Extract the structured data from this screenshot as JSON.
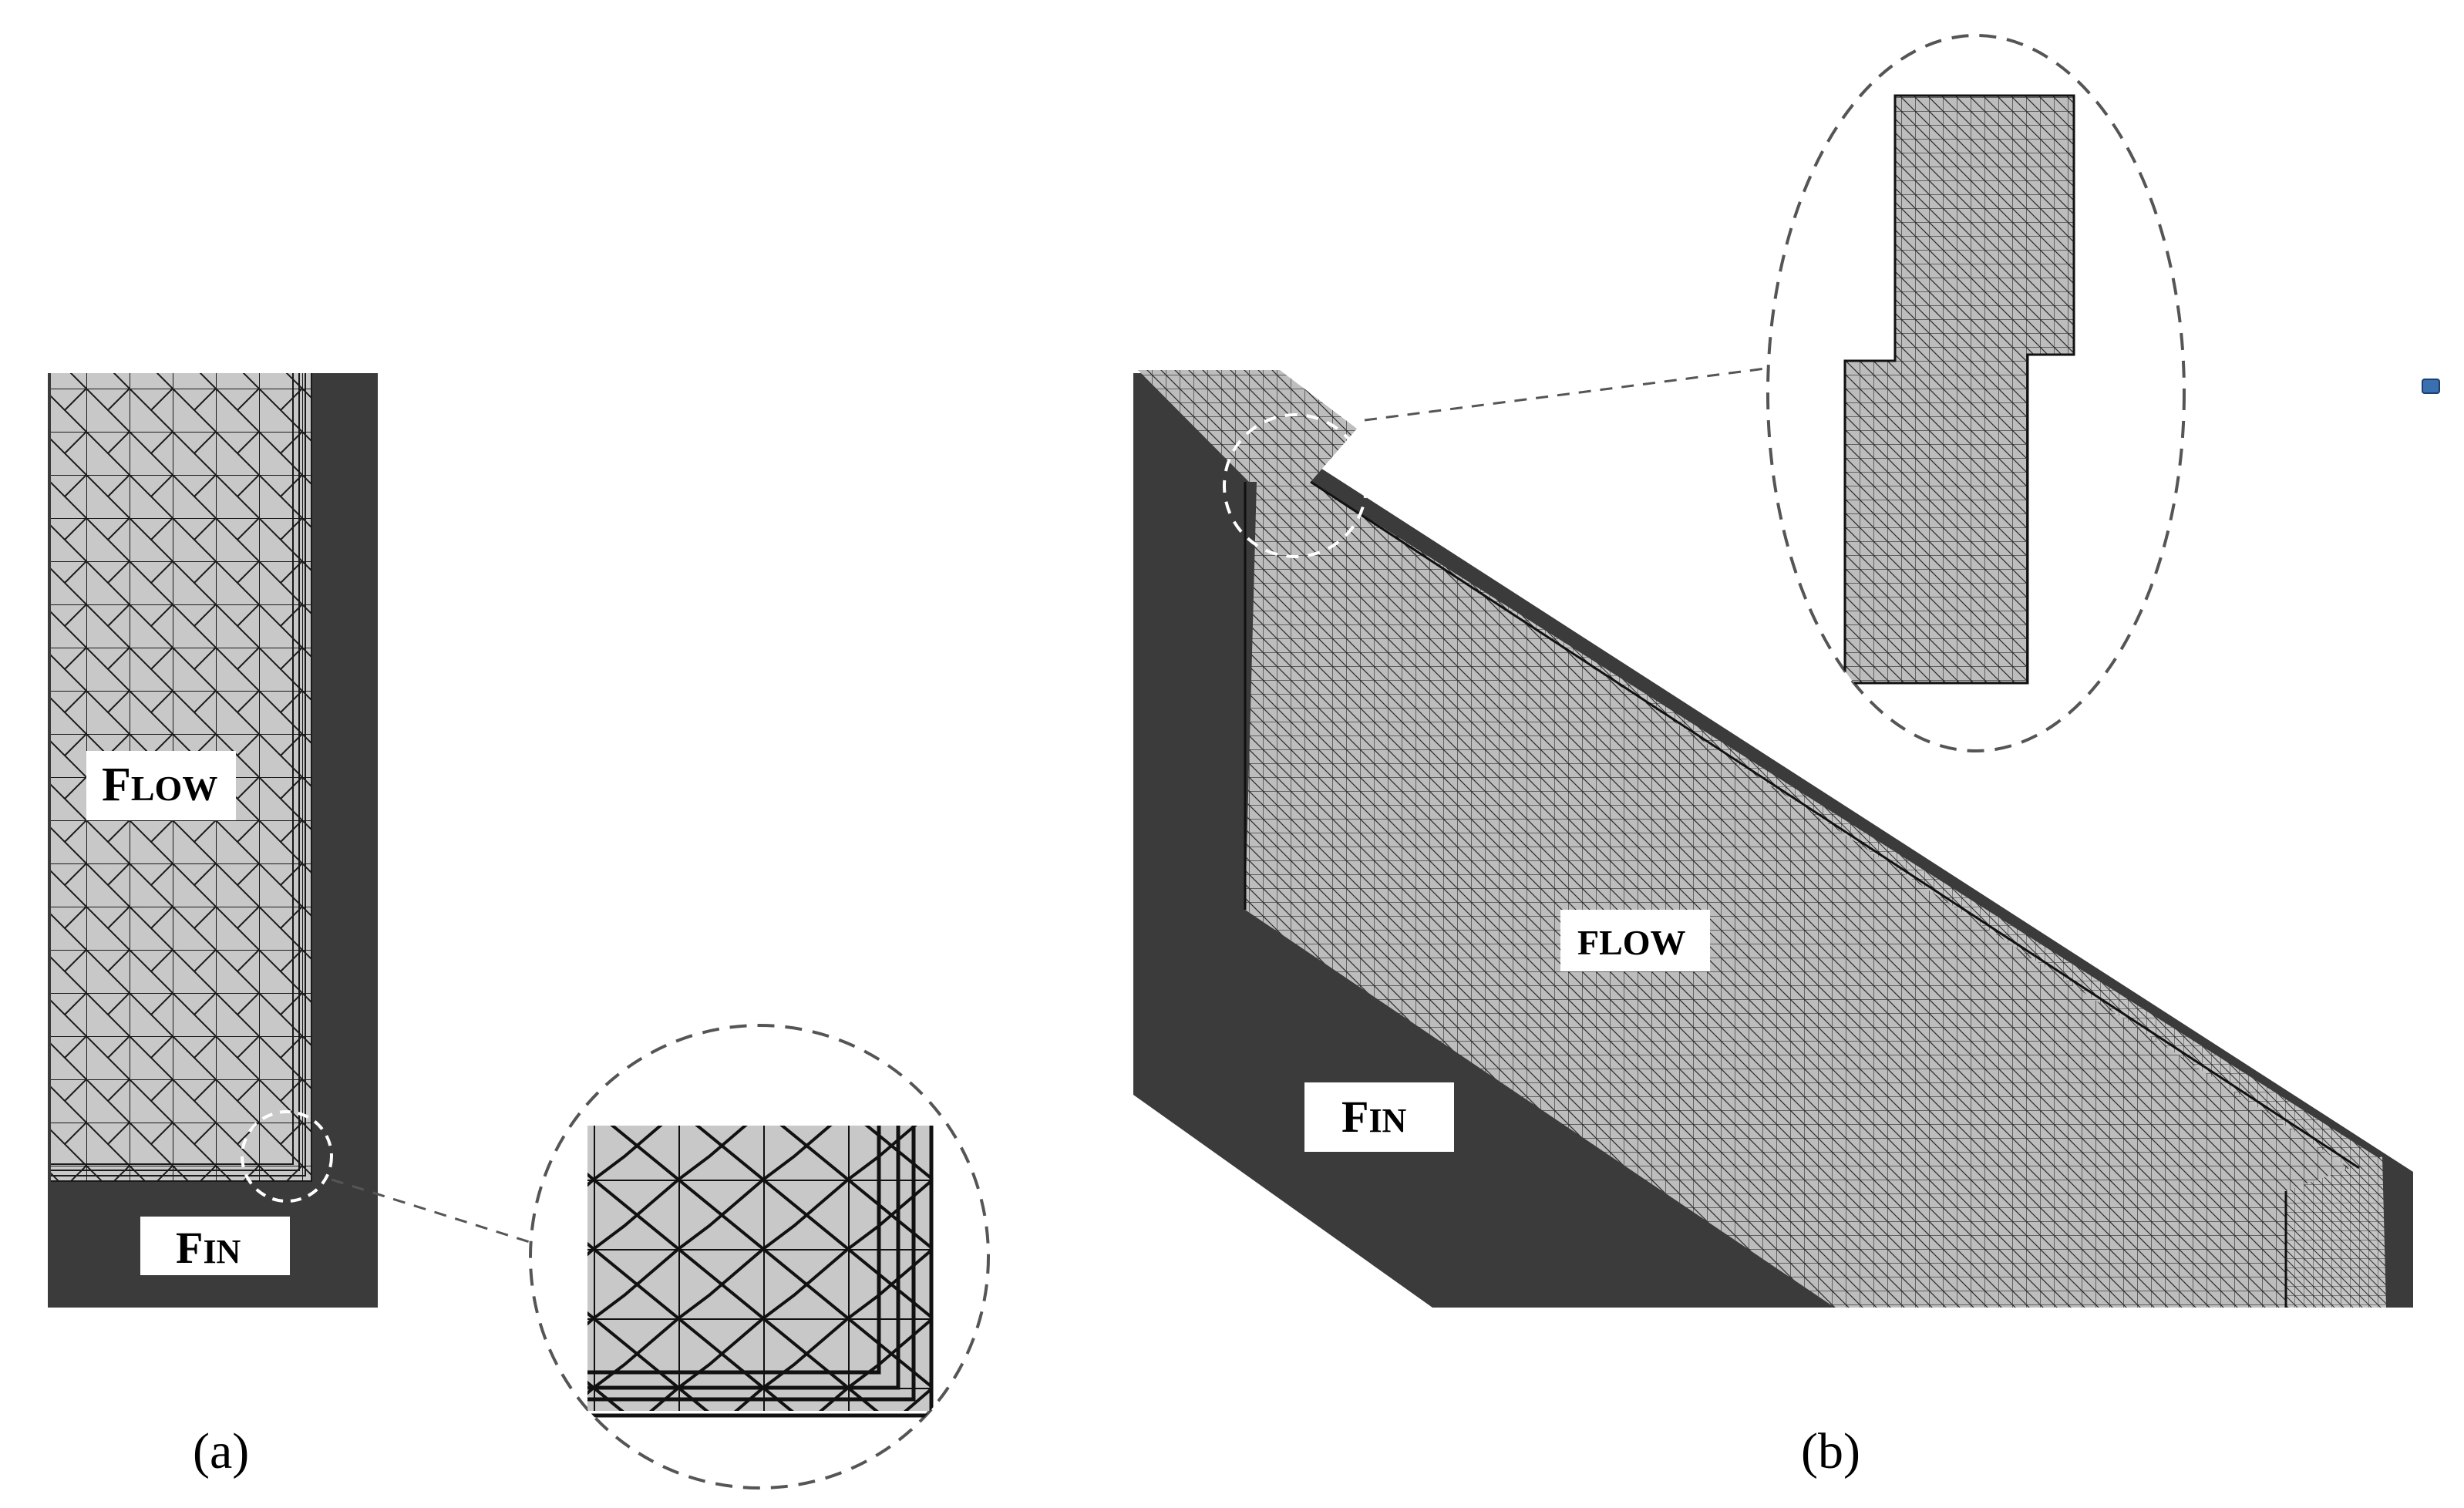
{
  "panel_a": {
    "flow_label": {
      "first": "F",
      "rest": "LOW"
    },
    "fin_label": {
      "first": "F",
      "rest": "IN"
    },
    "caption": "(a)"
  },
  "panel_b": {
    "flow_label": "FLOW",
    "fin_label": {
      "first": "F",
      "rest": "IN"
    },
    "caption": "(b)"
  },
  "colors": {
    "solid": "#3b3b3b",
    "fluid": "#c8c8c8",
    "mesh_line": "#1a1a1a",
    "dashed_outline": "#555555",
    "background": "#ffffff"
  }
}
